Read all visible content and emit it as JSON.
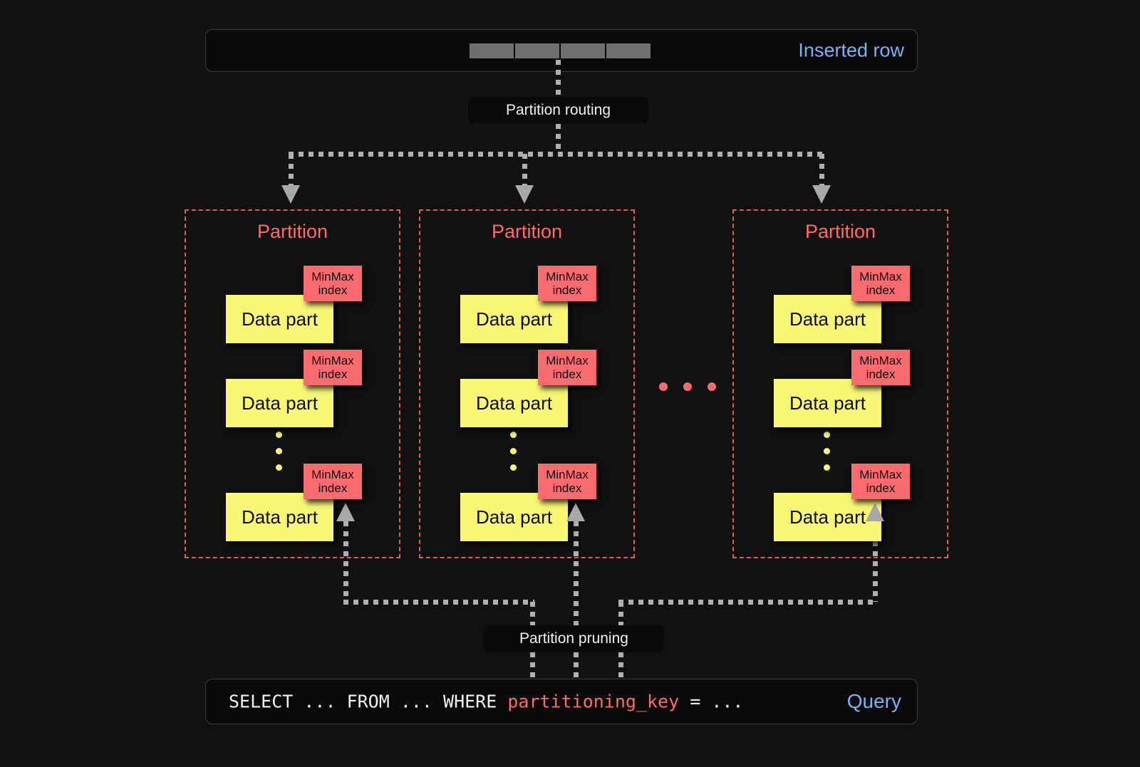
{
  "page": {
    "background_color": "#111111",
    "title": "ClickHouse partitioning diagram"
  },
  "top_bar": {
    "label": "Inserted row",
    "label_color": "#7eb0f7",
    "cells": [
      "",
      "",
      "",
      ""
    ],
    "cell_color": "#6e6e6e"
  },
  "routing": {
    "label": "Partition routing"
  },
  "pruning": {
    "label": "Partition pruning"
  },
  "partitions": [
    {
      "title": "Partition",
      "title_color": "#ff6b6b",
      "parts": [
        {
          "data_part_label": "Data part",
          "index_label": "MinMax\nindex"
        },
        {
          "data_part_label": "Data part",
          "index_label": "MinMax\nindex"
        },
        {
          "data_part_label": "Data part",
          "index_label": "MinMax\nindex"
        }
      ],
      "ellipsis": "• • •"
    },
    {
      "title": "Partition",
      "title_color": "#ff6b6b",
      "parts": [
        {
          "data_part_label": "Data part",
          "index_label": "MinMax\nindex"
        },
        {
          "data_part_label": "Data part",
          "index_label": "MinMax\nindex"
        },
        {
          "data_part_label": "Data part",
          "index_label": "MinMax\nindex"
        }
      ],
      "ellipsis": "• • •"
    },
    {
      "title": "Partition",
      "title_color": "#ff6b6b",
      "parts": [
        {
          "data_part_label": "Data part",
          "index_label": "MinMax\nindex"
        },
        {
          "data_part_label": "Data part",
          "index_label": "MinMax\nindex"
        },
        {
          "data_part_label": "Data part",
          "index_label": "MinMax\nindex"
        }
      ],
      "ellipsis": "• • •"
    }
  ],
  "between_partitions_ellipsis": "• • •",
  "query_bar": {
    "prefix": "SELECT ... FROM ... WHERE ",
    "key": "partitioning_key",
    "suffix": " = ...",
    "label": "Query",
    "label_color": "#7eb0f7",
    "key_color": "#ff6b6b"
  },
  "colors": {
    "data_part": "#f7f774",
    "minmax_index": "#fa6b6f",
    "partition_border": "#e05c5c",
    "connector": "#b0b0b0",
    "arrow": "#a8a8a8"
  }
}
